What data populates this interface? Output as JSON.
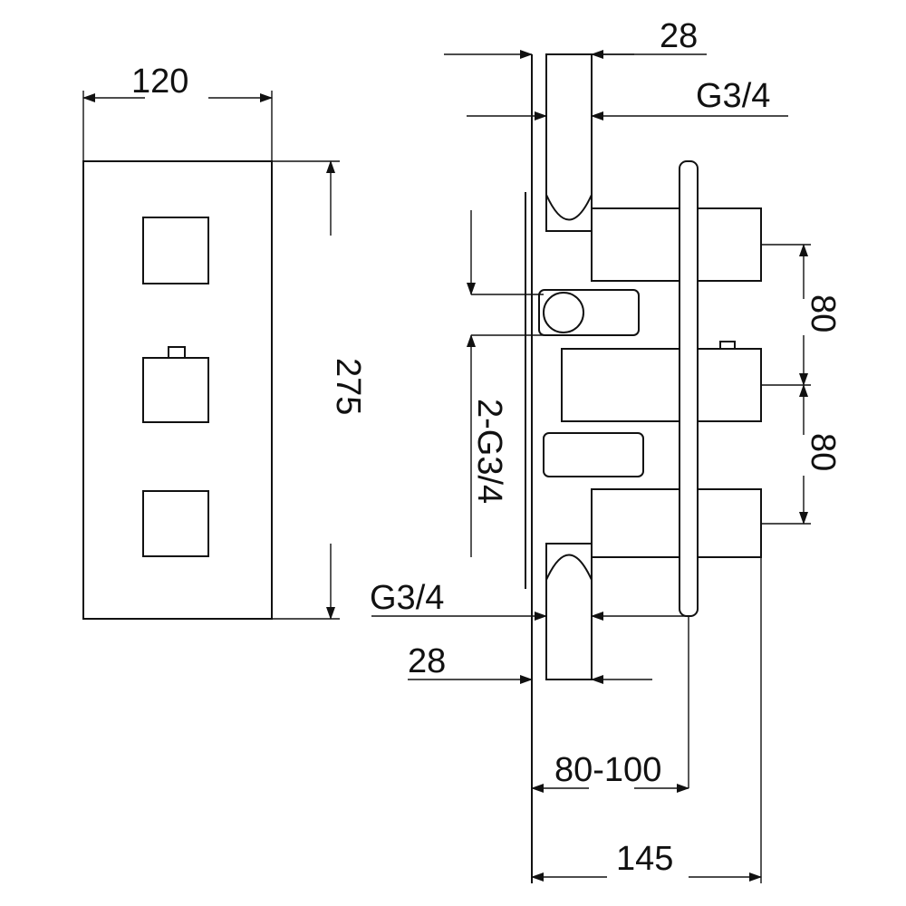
{
  "front_view": {
    "width_label": "120",
    "height_label": "275"
  },
  "side_view": {
    "top_pipe_label": "28",
    "top_thread_label": "G3/4",
    "spacing_upper_label": "80",
    "spacing_lower_label": "80",
    "side_ports_label": "2-G3/4",
    "bottom_thread_label": "G3/4",
    "bottom_pipe_label": "28",
    "depth_range_label": "80-100",
    "overall_depth_label": "145"
  },
  "colors": {
    "line": "#111111",
    "background": "#ffffff"
  }
}
